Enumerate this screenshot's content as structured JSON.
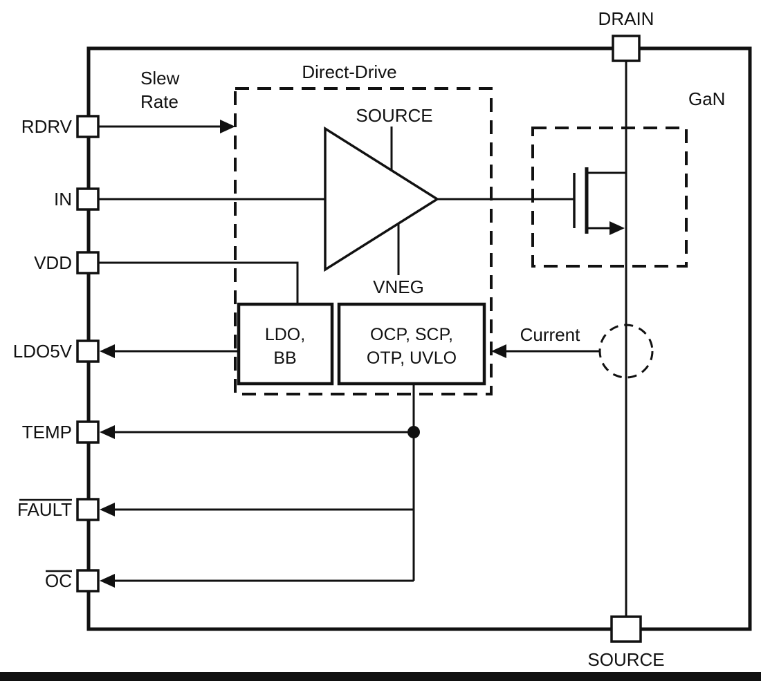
{
  "diagram": {
    "type": "functional-block-diagram",
    "pins_left": [
      {
        "label": "RDRV",
        "overline": false
      },
      {
        "label": "IN",
        "overline": false
      },
      {
        "label": "VDD",
        "overline": false
      },
      {
        "label": "LDO5V",
        "overline": false
      },
      {
        "label": "TEMP",
        "overline": false
      },
      {
        "label": "FAULT",
        "overline": true
      },
      {
        "label": "OC",
        "overline": true
      }
    ],
    "pin_top": {
      "label": "DRAIN"
    },
    "pin_bottom": {
      "label": "SOURCE"
    },
    "labels": {
      "direct_drive": "Direct-Drive",
      "gan": "GaN",
      "amp_top": "SOURCE",
      "amp_bottom": "VNEG",
      "slew_line1": "Slew",
      "slew_line2": "Rate",
      "current": "Current"
    },
    "blocks": {
      "ldo_bb": {
        "line1": "LDO,",
        "line2": "BB"
      },
      "protection": {
        "line1": "OCP, SCP,",
        "line2": "OTP, UVLO"
      }
    },
    "colors": {
      "line": "#111111",
      "background": "#ffffff"
    }
  }
}
